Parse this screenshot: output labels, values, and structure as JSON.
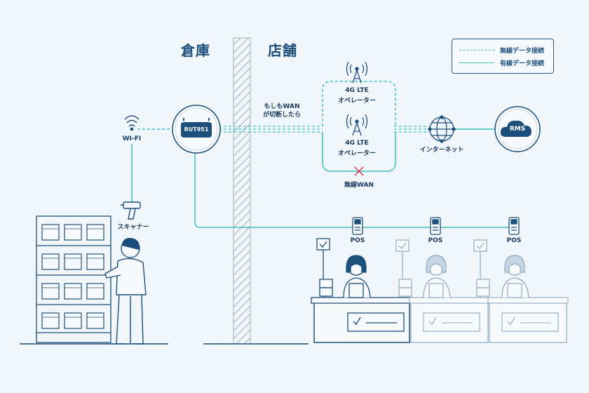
{
  "regions": {
    "warehouse": "倉庫",
    "store": "店舗"
  },
  "legend": {
    "wireless": "無線データ接続",
    "wired": "有線データ接続"
  },
  "labels": {
    "wifi": "WI-FI",
    "router": "RUT951",
    "failover_line1": "もしもWAN",
    "failover_line2": "が切断したら",
    "lte_top_line1": "4G LTE",
    "lte_top_line2": "オペレーター",
    "lte_mid_line1": "4G LTE",
    "lte_mid_line2": "オペレーター",
    "wired_wan": "無線WAN",
    "internet": "インターネット",
    "rms": "RMS",
    "scanner": "スキャナー",
    "pos1": "POS",
    "pos2": "POS",
    "pos3": "POS"
  },
  "colors": {
    "wired": "#3ec1c1",
    "wireless": "#3ec1c1",
    "line": "#1d4f7c",
    "error": "#e0334a"
  }
}
